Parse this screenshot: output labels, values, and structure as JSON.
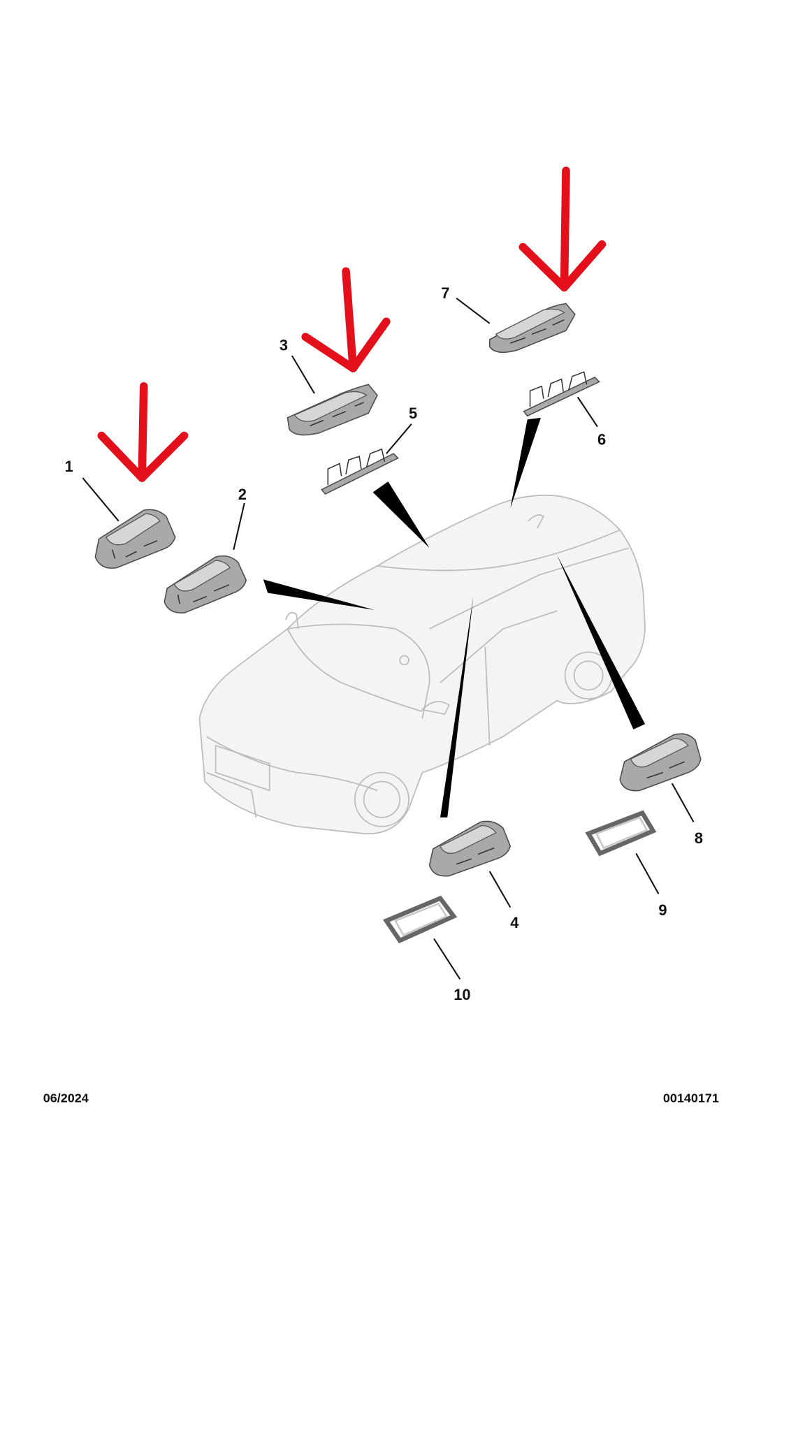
{
  "diagram": {
    "callouts": [
      "1",
      "2",
      "3",
      "4",
      "5",
      "6",
      "7",
      "8",
      "9",
      "10"
    ],
    "footer": {
      "date": "06/2024",
      "reference": "00140171"
    },
    "highlighted_parts": [
      "1",
      "3",
      "7"
    ],
    "colors": {
      "highlight_arrow": "#e3101b",
      "part": "#a9a9a9",
      "car_outline": "#bdbdbd"
    }
  }
}
